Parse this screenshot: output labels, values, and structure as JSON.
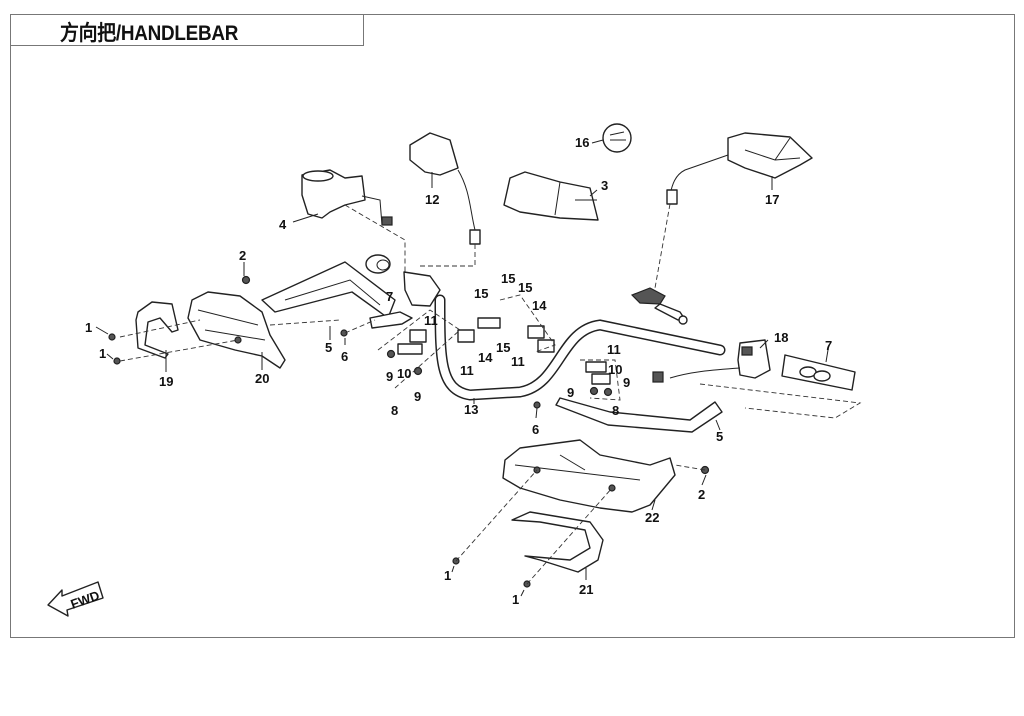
{
  "title": "方向把/HANDLEBAR",
  "direction_indicator": "FWD",
  "callouts": [
    {
      "id": "c1a",
      "label": "1"
    },
    {
      "id": "c1b",
      "label": "1"
    },
    {
      "id": "c1c",
      "label": "1"
    },
    {
      "id": "c1d",
      "label": "1"
    },
    {
      "id": "c2a",
      "label": "2"
    },
    {
      "id": "c2b",
      "label": "2"
    },
    {
      "id": "c3",
      "label": "3"
    },
    {
      "id": "c4",
      "label": "4"
    },
    {
      "id": "c5a",
      "label": "5"
    },
    {
      "id": "c5b",
      "label": "5"
    },
    {
      "id": "c6a",
      "label": "6"
    },
    {
      "id": "c6b",
      "label": "6"
    },
    {
      "id": "c7a",
      "label": "7"
    },
    {
      "id": "c7b",
      "label": "7"
    },
    {
      "id": "c8a",
      "label": "8"
    },
    {
      "id": "c8b",
      "label": "8"
    },
    {
      "id": "c9a",
      "label": "9"
    },
    {
      "id": "c9b",
      "label": "9"
    },
    {
      "id": "c9c",
      "label": "9"
    },
    {
      "id": "c9d",
      "label": "9"
    },
    {
      "id": "c10a",
      "label": "10"
    },
    {
      "id": "c10b",
      "label": "10"
    },
    {
      "id": "c11a",
      "label": "11"
    },
    {
      "id": "c11b",
      "label": "11"
    },
    {
      "id": "c11c",
      "label": "11"
    },
    {
      "id": "c11d",
      "label": "11"
    },
    {
      "id": "c12",
      "label": "12"
    },
    {
      "id": "c13",
      "label": "13"
    },
    {
      "id": "c14a",
      "label": "14"
    },
    {
      "id": "c14b",
      "label": "14"
    },
    {
      "id": "c15a",
      "label": "15"
    },
    {
      "id": "c15b",
      "label": "15"
    },
    {
      "id": "c15c",
      "label": "15"
    },
    {
      "id": "c15d",
      "label": "15"
    },
    {
      "id": "c16",
      "label": "16"
    },
    {
      "id": "c17",
      "label": "17"
    },
    {
      "id": "c18",
      "label": "18"
    },
    {
      "id": "c19",
      "label": "19"
    },
    {
      "id": "c20",
      "label": "20"
    },
    {
      "id": "c21",
      "label": "21"
    },
    {
      "id": "c22",
      "label": "22"
    }
  ]
}
